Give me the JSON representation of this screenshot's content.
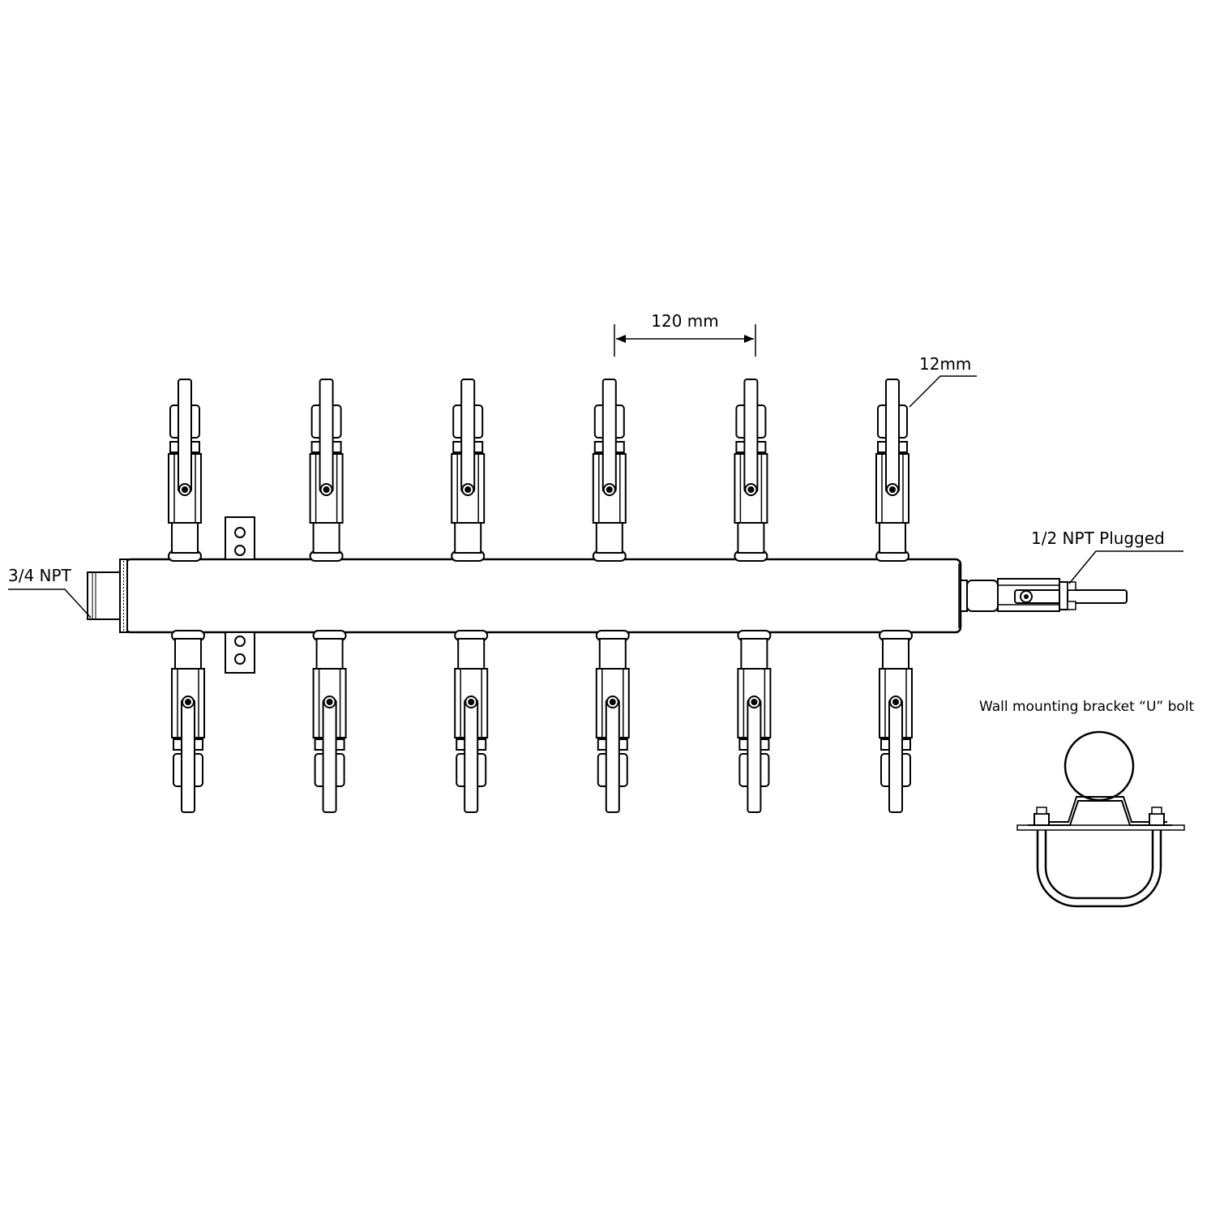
{
  "labels": {
    "dim_spacing": "120 mm",
    "tube_size": "12mm",
    "inlet": "3/4 NPT",
    "outlet": "1/2 NPT Plugged",
    "bracket": "Wall mounting bracket “U” bolt"
  },
  "manifold": {
    "valve_columns": 6,
    "valve_rows": [
      "top",
      "bottom"
    ]
  }
}
